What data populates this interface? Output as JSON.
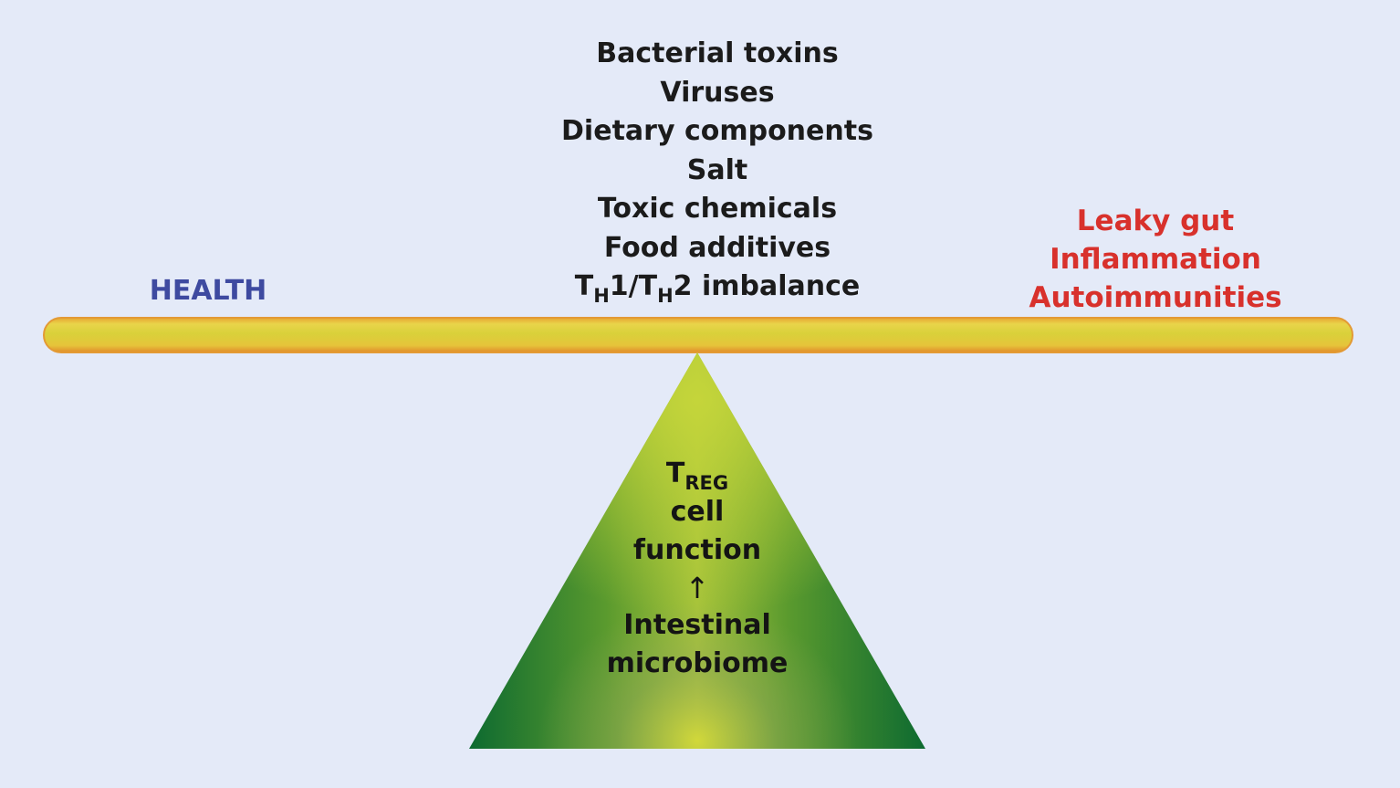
{
  "stressors": {
    "items": [
      "Bacterial toxins",
      "Viruses",
      "Dietary components",
      "Salt",
      "Toxic chemicals",
      "Food additives"
    ],
    "th_balance": {
      "t1": "T",
      "sub1": "H",
      "mid": "1/",
      "t2": "T",
      "sub2": "H",
      "tail": "2 imbalance"
    }
  },
  "left_side": {
    "label": "HEALTH",
    "color": "#3e4aa0"
  },
  "right_side": {
    "items": [
      "Leaky gut",
      "Inflammation",
      "Autoimmunities"
    ],
    "color": "#d8312c"
  },
  "fulcrum": {
    "treg_main": "T",
    "treg_sub": "REG",
    "line2": "cell",
    "line3": "function",
    "arrow": "↑",
    "line4": "Intestinal",
    "line5": "microbiome"
  },
  "colors": {
    "background": "#e4eaf8",
    "beam_fill": "#e3d23a",
    "beam_edge": "#e08a2a",
    "fulcrum_light": "#c6d63a",
    "fulcrum_dark": "#0d6a30"
  }
}
